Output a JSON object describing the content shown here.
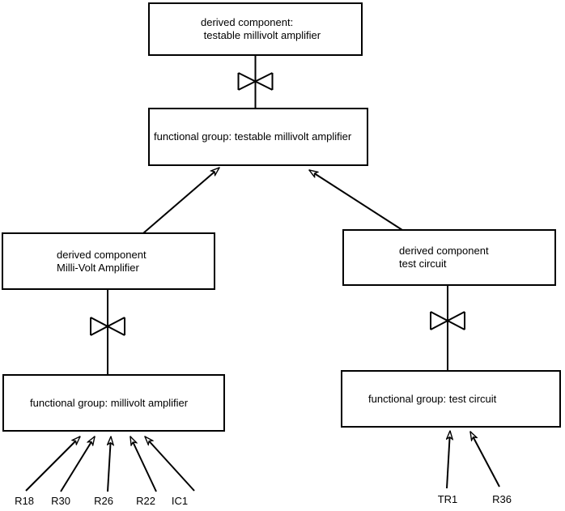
{
  "diagram": {
    "background_color": "#ffffff",
    "line_color": "#000000",
    "symbols": {
      "decomposition_icon": "bowtie",
      "arrowhead_style": "open-triangle"
    },
    "boxes": {
      "top_derived": {
        "line1": "derived component:",
        "line2": " testable millivolt amplifier"
      },
      "top_functional": {
        "label": "functional group: testable millivolt amplifier"
      },
      "left_derived": {
        "line1": "derived component",
        "line2": "Milli-Volt Amplifier"
      },
      "right_derived": {
        "line1": "derived component",
        "line2": "test circuit"
      },
      "left_functional": {
        "label": "functional group: millivolt amplifier"
      },
      "right_functional": {
        "label": "functional group: test circuit"
      }
    },
    "left_components": [
      "R18",
      "R30",
      "R26",
      "R22",
      "IC1"
    ],
    "right_components": [
      "TR1",
      "R36"
    ]
  }
}
